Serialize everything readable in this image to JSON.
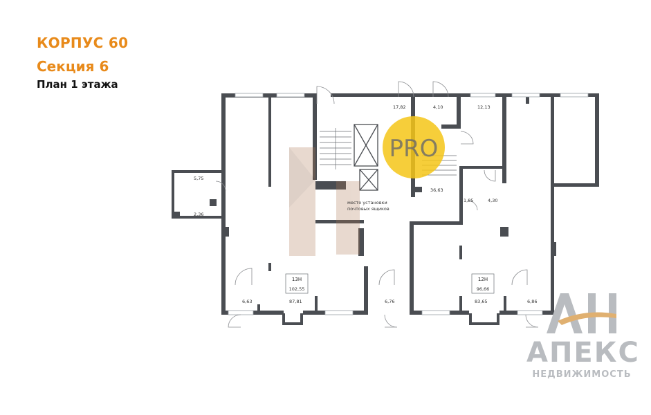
{
  "header": {
    "building": "КОРПУС 60",
    "section": "Секция 6",
    "floor_plan": "План 1 этажа"
  },
  "watermark": {
    "pro": "PRO",
    "brand_glyph": "АН",
    "brand_name": "АПЕКС",
    "brand_sub": "НЕДВИЖИМОСТЬ"
  },
  "rooms": {
    "utility_top": "5,75",
    "utility_bottom": "2,36",
    "stair_hall": "17,82",
    "vestibule": "4,10",
    "room_right_top": "12,13",
    "lobby": "36,63",
    "wc_a": "1,85",
    "wc_b": "4,30",
    "mailbox_note_1": "место установки",
    "mailbox_note_2": "почтовых ящиков",
    "unit_left_id": "13Н",
    "unit_left_total": "102,55",
    "unit_left_main": "87,81",
    "entry_left": "6,63",
    "entry_mid": "6,76",
    "unit_right_id": "12Н",
    "unit_right_total": "96,66",
    "unit_right_main": "83,65",
    "entry_right": "6,86"
  },
  "colors": {
    "accent": "#e88a1a",
    "wall": "#4a4d52",
    "pro_circle": "#f5c518",
    "logo_gray": "#b9bcc0",
    "logo_gold": "#e0b070"
  }
}
